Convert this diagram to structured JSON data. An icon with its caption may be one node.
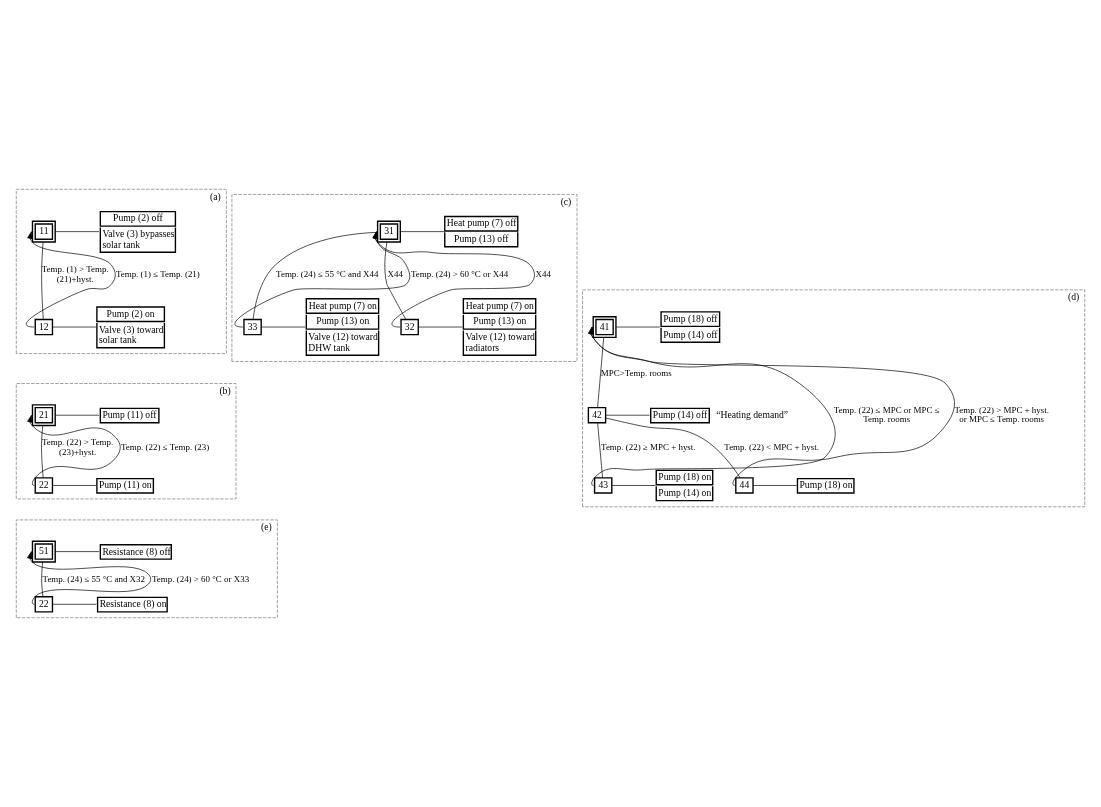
{
  "diagram": {
    "nodes": [
      {
        "text": [
          "(a)"
        ]
      },
      {
        "text": [
          "11"
        ],
        "in": 0
      },
      {
        "text": [
          "Pump (2) off",
          "Valve (3) bypasses solar tank"
        ],
        "in": 0
      },
      {
        "text": [
          "12"
        ],
        "in": 0
      },
      {
        "text": [
          "Pump (2) on",
          "Valve (3) toward solar tank"
        ],
        "in": 0
      },
      {
        "text": [
          "(b)"
        ]
      },
      {
        "text": [
          "21"
        ],
        "in": 5
      },
      {
        "text": [
          "Pump (11) off"
        ],
        "in": 5
      },
      {
        "text": [
          "22"
        ],
        "in": 5
      },
      {
        "text": [
          "Pump (11) on"
        ],
        "in": 5
      },
      {
        "text": [
          "(e)"
        ]
      },
      {
        "text": [
          "51"
        ],
        "in": 10
      },
      {
        "text": [
          "Resistance (8) off"
        ],
        "in": 10
      },
      {
        "text": [
          "22"
        ],
        "in": 10
      },
      {
        "text": [
          "Resistance (8) on"
        ],
        "in": 10
      },
      {
        "text": [
          "(c)"
        ]
      },
      {
        "text": [
          "31"
        ],
        "in": 15
      },
      {
        "text": [
          "Heat pump (7) off",
          "Pump (13) off"
        ],
        "in": 15
      },
      {
        "text": [
          "33"
        ],
        "in": 15
      },
      {
        "text": [
          "Heat pump (7) on",
          "Pump (13) on",
          "Valve (12) toward DHW tank"
        ],
        "in": 15
      },
      {
        "text": [
          "32"
        ],
        "in": 15
      },
      {
        "text": [
          "Heat pump (7) on",
          "Pump (13) on",
          "Valve (12) toward radiators"
        ],
        "in": 15
      },
      {
        "text": [
          "(d)"
        ]
      },
      {
        "text": [
          "41"
        ],
        "in": 22
      },
      {
        "text": [
          "Pump (18) off",
          "Pump (14) off"
        ],
        "in": 22
      },
      {
        "text": [
          "42"
        ],
        "in": 22
      },
      {
        "text": [
          "Pump (14) off"
        ],
        "beside": [
          "“Heating demand”"
        ],
        "in": 22
      },
      {
        "text": [
          "43"
        ],
        "in": 22
      },
      {
        "text": [
          "Pump (18) on",
          "Pump (14) on"
        ],
        "in": 22
      },
      {
        "text": [
          "44"
        ],
        "in": 22
      },
      {
        "text": [
          "Pump (18) on"
        ],
        "in": 22
      }
    ],
    "edges": [
      {
        "from": 1,
        "to": 2,
        "arrow": "none"
      },
      {
        "from": 1,
        "to": 3,
        "arrow": "none",
        "label": "Temp. (1) > Temp. (21)+hyst."
      },
      {
        "from": 3,
        "to": 4,
        "arrow": "none"
      },
      {
        "from": 3,
        "to": 1,
        "arrow": "to",
        "label": "Temp. (1) ≤ Temp. (21)"
      },
      {
        "from": 6,
        "to": 7,
        "arrow": "none"
      },
      {
        "from": 6,
        "to": 8,
        "arrow": "none",
        "label": "Temp. (22) > Temp. (23)+hyst."
      },
      {
        "from": 8,
        "to": 9,
        "arrow": "none"
      },
      {
        "from": 8,
        "to": 6,
        "arrow": "to",
        "label": "Temp. (22) ≤ Temp. (23)"
      },
      {
        "from": 11,
        "to": 12,
        "arrow": "none"
      },
      {
        "from": 11,
        "to": 13,
        "arrow": "none",
        "label": "Temp. (24) ≤ 55 °C and X32"
      },
      {
        "from": 13,
        "to": 14,
        "arrow": "none"
      },
      {
        "from": 13,
        "to": 11,
        "arrow": "to",
        "label": "Temp. (24) > 60 °C or X33"
      },
      {
        "from": 16,
        "to": 17,
        "arrow": "none"
      },
      {
        "from": 16,
        "to": 18,
        "arrow": "none",
        "label": "Temp. (24) ≤ 55 °C and X44"
      },
      {
        "from": 16,
        "to": 20,
        "arrow": "none",
        "label": "X44"
      },
      {
        "from": 18,
        "to": 19,
        "arrow": "none"
      },
      {
        "from": 20,
        "to": 21,
        "arrow": "none"
      },
      {
        "from": 18,
        "to": 16,
        "arrow": "to",
        "label": "Temp. (24) > 60 °C or X44"
      },
      {
        "from": 20,
        "to": 16,
        "arrow": "to",
        "label": "X44"
      },
      {
        "from": 23,
        "to": 24,
        "arrow": "none"
      },
      {
        "from": 23,
        "to": 25,
        "arrow": "none",
        "label": "MPC>Temp. rooms"
      },
      {
        "from": 25,
        "to": 26,
        "arrow": "none"
      },
      {
        "from": 25,
        "to": 27,
        "arrow": "none",
        "label": "Temp. (22) ≥ MPC + hyst."
      },
      {
        "from": 25,
        "to": 29,
        "arrow": "none",
        "label": "Temp. (22) < MPC + hyst."
      },
      {
        "from": 27,
        "to": 28,
        "arrow": "none"
      },
      {
        "from": 29,
        "to": 30,
        "arrow": "none"
      },
      {
        "from": 27,
        "to": 23,
        "arrow": "to",
        "label": "Temp. (22) ≤ MPC or MPC ≤ Temp. rooms"
      },
      {
        "from": 29,
        "to": 23,
        "arrow": "to",
        "label": "Temp. (22) > MPC + hyst. or MPC ≤ Temp. rooms"
      }
    ]
  }
}
